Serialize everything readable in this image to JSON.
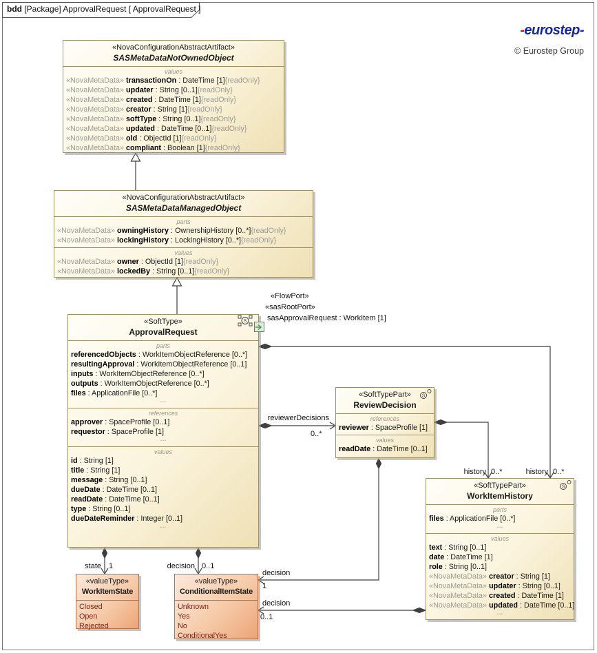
{
  "frame": {
    "tab_keyword": "bdd",
    "tab_title": " [Package] ApprovalRequest [ ApprovalRequest ]"
  },
  "logo": {
    "left_dash": "-",
    "name": "eurostep",
    "right_dash": "-",
    "copyright": "© Eurostep Group"
  },
  "icons": {
    "softtype_letter": "S",
    "softtypepart_letter": "S"
  },
  "colors": {
    "box_border": "#9d9165",
    "box_fill_light": "#fffef7",
    "box_fill_dark": "#efe0b4",
    "valuetype_border": "#b5724e",
    "valuetype_fill_dark": "#eda477",
    "line": "#3f3f3f",
    "muted_text": "#9c9c94",
    "literal_text": "#7a241c",
    "port_green": "#4e8c58",
    "logo_blue": "#16299c",
    "logo_red": "#cc1414"
  },
  "port": {
    "stereotype1": "«FlowPort»",
    "stereotype2": "«sasRootPort»",
    "label": "sasApprovalRequest : WorkItem [1]"
  },
  "edges": {
    "reviewerDecisions": {
      "name": "reviewerDecisions",
      "mult": "0..*"
    },
    "historyFromApproval": {
      "name": "history",
      "mult": "0..*"
    },
    "historyFromReview": {
      "name": "history",
      "mult": "0..*"
    },
    "state": {
      "name": "state",
      "mult": "1"
    },
    "decisionFromApproval": {
      "name": "decision",
      "mult": "0..1"
    },
    "decisionFromReview": {
      "name": "decision",
      "mult": "1"
    },
    "decisionFromHistory": {
      "name": "decision",
      "mult": "0..1"
    }
  },
  "classes": {
    "notOwned": {
      "stereotype": "«NovaConfigurationAbstractArtifact»",
      "name": "SASMetaDataNotOwnedObject",
      "compartments": [
        {
          "label": "values",
          "rows": [
            {
              "p": "«NovaMetaData» ",
              "n": "transactionOn",
              "m": " : DateTime [1]",
              "s": "{readOnly}"
            },
            {
              "p": "«NovaMetaData» ",
              "n": "updater",
              "m": " : String [0..1]",
              "s": "{readOnly}"
            },
            {
              "p": "«NovaMetaData» ",
              "n": "created",
              "m": " : DateTime [1]",
              "s": "{readOnly}"
            },
            {
              "p": "«NovaMetaData» ",
              "n": "creator",
              "m": " : String [1]",
              "s": "{readOnly}"
            },
            {
              "p": "«NovaMetaData» ",
              "n": "softType",
              "m": " : String [0..1]",
              "s": "{readOnly}"
            },
            {
              "p": "«NovaMetaData» ",
              "n": "updated",
              "m": " : DateTime [0..1]",
              "s": "{readOnly}"
            },
            {
              "p": "«NovaMetaData» ",
              "n": "old",
              "m": " : ObjectId [1]",
              "s": "{readOnly}"
            },
            {
              "p": "«NovaMetaData» ",
              "n": "compliant",
              "m": " : Boolean [1]",
              "s": "{readOnly}"
            }
          ]
        }
      ]
    },
    "managed": {
      "stereotype": "«NovaConfigurationAbstractArtifact»",
      "name": "SASMetaDataManagedObject",
      "compartments": [
        {
          "label": "parts",
          "rows": [
            {
              "p": "«NovaMetaData» ",
              "n": "owningHistory",
              "m": " : OwnershipHistory [0..*]",
              "s": "{readOnly}"
            },
            {
              "p": "«NovaMetaData» ",
              "n": "lockingHistory",
              "m": " : LockingHistory [0..*]",
              "s": "{readOnly}"
            }
          ]
        },
        {
          "label": "values",
          "rows": [
            {
              "p": "«NovaMetaData» ",
              "n": "owner",
              "m": " : ObjectId [1]",
              "s": "{readOnly}"
            },
            {
              "p": "«NovaMetaData» ",
              "n": "lockedBy",
              "m": " : String [0..1]",
              "s": "{readOnly}"
            }
          ]
        }
      ]
    },
    "approval": {
      "stereotype": "«SoftType»",
      "name": "ApprovalRequest",
      "compartments": [
        {
          "label": "parts",
          "rows": [
            {
              "n": "referencedObjects",
              "m": " : WorkItemObjectReference [0..*]"
            },
            {
              "n": "resultingApproval",
              "m": " : WorkItemObjectReference [0..1]"
            },
            {
              "n": "inputs",
              "m": " : WorkItemObjectReference [0..*]"
            },
            {
              "n": "outputs",
              "m": " : WorkItemObjectReference [0..*]"
            },
            {
              "n": "files",
              "m": " : ApplicationFile [0..*]"
            },
            "..."
          ]
        },
        {
          "label": "references",
          "rows": [
            {
              "n": "approver",
              "m": " : SpaceProfile [0..1]"
            },
            {
              "n": "requestor",
              "m": " : SpaceProfile [1]"
            },
            "..."
          ]
        },
        {
          "label": "values",
          "rows": [
            {
              "n": "id",
              "m": " : String [1]"
            },
            {
              "n": "title",
              "m": " : String [1]"
            },
            {
              "n": "message",
              "m": " : String [0..1]"
            },
            {
              "n": "dueDate",
              "m": " : DateTime [0..1]"
            },
            {
              "n": "readDate",
              "m": " : DateTime [0..1]"
            },
            {
              "n": "type",
              "m": " : String [0..1]"
            },
            {
              "n": "dueDateReminder",
              "m": " : Integer [0..1]"
            },
            "..."
          ]
        }
      ]
    },
    "review": {
      "stereotype": "«SoftTypePart»",
      "name": "ReviewDecision",
      "compartments": [
        {
          "label": "references",
          "rows": [
            {
              "n": "reviewer",
              "m": " : SpaceProfile [1]"
            }
          ]
        },
        {
          "label": "values",
          "rows": [
            {
              "n": "readDate",
              "m": " : DateTime [0..1]"
            }
          ]
        }
      ]
    },
    "history": {
      "stereotype": "«SoftTypePart»",
      "name": "WorkItemHistory",
      "compartments": [
        {
          "label": "parts",
          "rows": [
            {
              "n": "files",
              "m": " : ApplicationFile [0..*]"
            },
            "..."
          ]
        },
        {
          "label": "values",
          "rows": [
            {
              "n": "text",
              "m": " : String [0..1]"
            },
            {
              "n": "date",
              "m": " : DateTime [1]"
            },
            {
              "n": "role",
              "m": " : String [0..1]"
            },
            {
              "p": "«NovaMetaData» ",
              "n": "creator",
              "m": " : String [1]"
            },
            {
              "p": "«NovaMetaData» ",
              "n": "updater",
              "m": " : String [0..1]"
            },
            {
              "p": "«NovaMetaData» ",
              "n": "created",
              "m": " : DateTime [1]"
            },
            {
              "p": "«NovaMetaData» ",
              "n": "updated",
              "m": " : DateTime [0..1]"
            },
            "..."
          ]
        }
      ]
    },
    "wistate": {
      "stereotype": "«valueType»",
      "name": "WorkItemState",
      "compartments": [
        {
          "rows": [
            {
              "lit": "Closed"
            },
            {
              "lit": "Open"
            },
            {
              "lit": "Rejected"
            }
          ]
        }
      ]
    },
    "condstate": {
      "stereotype": "«valueType»",
      "name": "ConditionalItemState",
      "compartments": [
        {
          "rows": [
            {
              "lit": "Unknown"
            },
            {
              "lit": "Yes"
            },
            {
              "lit": "No"
            },
            {
              "lit": "ConditionalYes"
            }
          ]
        }
      ]
    }
  }
}
